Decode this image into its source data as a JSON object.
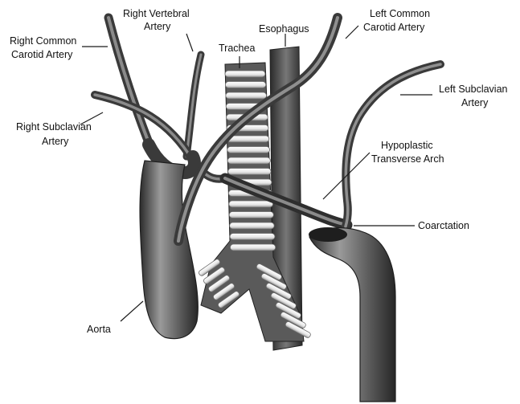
{
  "labels": {
    "right_vertebral": [
      "Right Vertebral",
      "Artery"
    ],
    "esophagus": [
      "Esophagus"
    ],
    "left_common_carotid": [
      "Left Common",
      "Carotid Artery"
    ],
    "right_common_carotid": [
      "Right Common",
      "Carotid Artery"
    ],
    "trachea": [
      "Trachea"
    ],
    "left_subclavian": [
      "Left Subclavian",
      "Artery"
    ],
    "right_subclavian": [
      "Right Subclavian",
      "Artery"
    ],
    "hypoplastic_arch": [
      "Hypoplastic",
      "Transverse Arch"
    ],
    "coarctation": [
      "Coarctation"
    ],
    "aorta": [
      "Aorta"
    ]
  },
  "colors": {
    "vessel_dark": "#3a3a3a",
    "vessel_mid": "#6b6b6b",
    "vessel_light": "#a8a8a8",
    "cartilage_light": "#f2f2f2",
    "cartilage_shadow": "#8a8a8a",
    "esophagus": "#4a4a4a"
  }
}
